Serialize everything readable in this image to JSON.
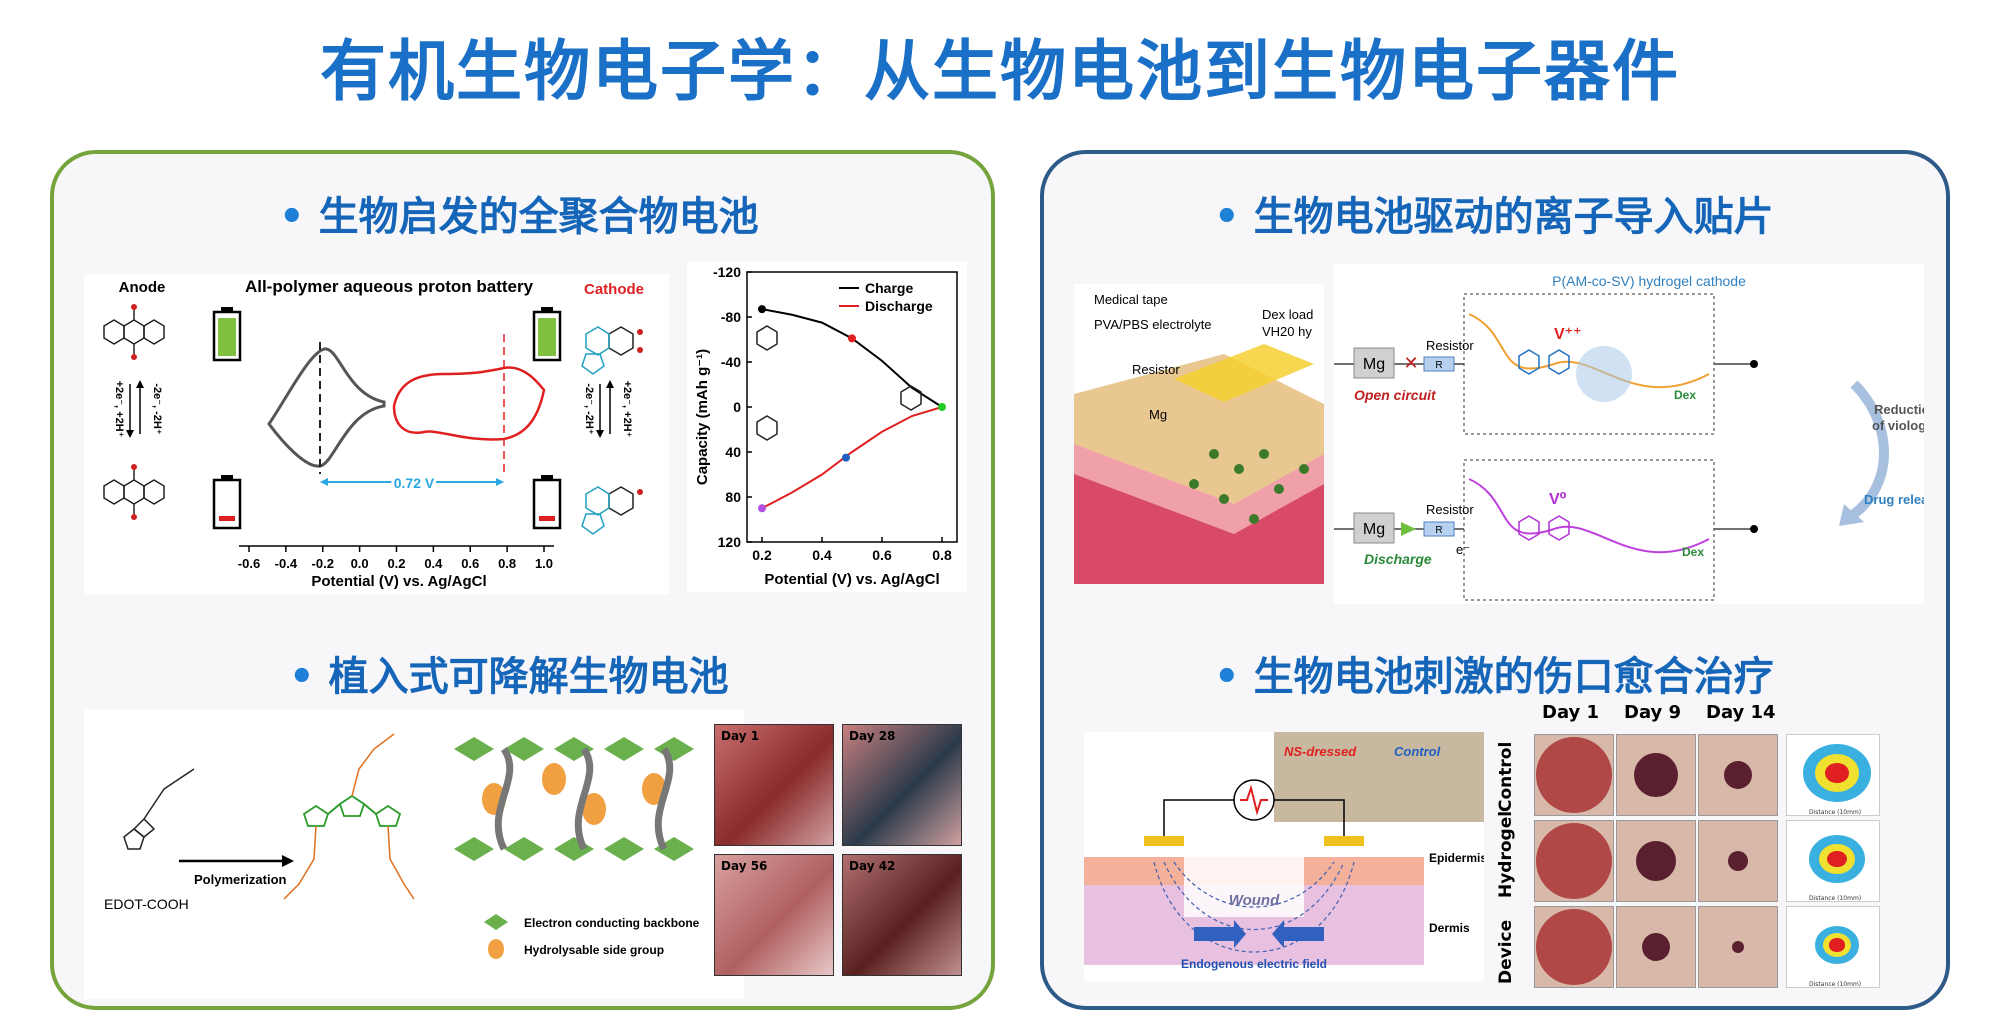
{
  "page_title": "有机生物电子学：从生物电池到生物电子器件",
  "sections": {
    "s1": "生物启发的全聚合物电池",
    "s2": "生物电池驱动的离子导入贴片",
    "s3": "植入式可降解生物电池",
    "s4": "生物电池刺激的伤口愈合治疗"
  },
  "cv_figure": {
    "title": "All-polymer aqueous proton battery",
    "anode": "Anode",
    "cathode": "Cathode",
    "anode_rxn_fwd": "+2e⁻, +2H⁺",
    "anode_rxn_rev": "-2e⁻, -2H⁺",
    "cathode_rxn_fwd": "+2e⁻, +2H⁺",
    "cathode_rxn_rev": "-2e⁻, -2H⁺",
    "voltage_label": "0.72 V",
    "xlabel": "Potential (V) vs. Ag/AgCl",
    "xticks": [
      "-0.6",
      "-0.4",
      "-0.2",
      "0.0",
      "0.2",
      "0.4",
      "0.6",
      "0.8",
      "1.0"
    ]
  },
  "chart_data": {
    "type": "line",
    "xlabel": "Potential (V) vs. Ag/AgCl",
    "ylabel": "Capacity (mAh g⁻¹)",
    "xlim": [
      0.15,
      0.85
    ],
    "ylim": [
      -120,
      120
    ],
    "y_inverted": true,
    "xticks": [
      "0.2",
      "0.4",
      "0.6",
      "0.8"
    ],
    "yticks": [
      "-120",
      "-80",
      "-40",
      "0",
      "40",
      "80",
      "120"
    ],
    "legend_position": "top-right",
    "series": [
      {
        "name": "Charge",
        "color": "#000000",
        "x": [
          0.2,
          0.3,
          0.4,
          0.5,
          0.6,
          0.7,
          0.8
        ],
        "y": [
          -87,
          -82,
          -75,
          -61,
          -41,
          -17,
          0
        ]
      },
      {
        "name": "Discharge",
        "color": "#e02020",
        "x": [
          0.2,
          0.3,
          0.4,
          0.5,
          0.6,
          0.7,
          0.8
        ],
        "y": [
          90,
          76,
          60,
          40,
          22,
          8,
          0
        ]
      }
    ],
    "markers": [
      {
        "x": 0.2,
        "y": -87,
        "color": "#000000"
      },
      {
        "x": 0.5,
        "y": -61,
        "color": "#e02020"
      },
      {
        "x": 0.8,
        "y": 0,
        "color": "#22cc22"
      },
      {
        "x": 0.48,
        "y": 45,
        "color": "#1f5fc0"
      },
      {
        "x": 0.2,
        "y": 90,
        "color": "#b050e0"
      }
    ]
  },
  "patch_figure": {
    "medical_tape": "Medical tape",
    "electrolyte": "PVA/PBS electrolyte",
    "resistor": "Resistor",
    "mg": "Mg",
    "dex_load": "Dex load",
    "vh20": "VH20 hy",
    "cathode_title": "P(AM-co-SV) hydrogel cathode",
    "resistor_top": "Resistor",
    "resistor_bottom": "Resistor",
    "r_symbol": "R",
    "mg_top": "Mg",
    "mg_bottom": "Mg",
    "open_circuit": "Open circuit",
    "discharge": "Discharge",
    "v_plus": "V⁺⁺",
    "v_zero": "V⁰",
    "dex_top": "Dex",
    "dex_bottom": "Dex",
    "electron": "e⁻",
    "reduction": "Reduction",
    "of_viologen": "of viologen",
    "drug_release": "Drug release"
  },
  "implant_figure": {
    "edot": "EDOT-COOH",
    "polymerization": "Polymerization",
    "legend_backbone": "Electron conducting backbone",
    "legend_side": "Hydrolysable side group",
    "days": [
      "Day 1",
      "Day 28",
      "Day 56",
      "Day 42"
    ]
  },
  "wound_figure": {
    "ns_dressed": "NS-dressed",
    "control": "Control",
    "epidermis": "Epidermis",
    "dermis": "Dermis",
    "wound": "Wound",
    "field": "Endogenous electric field",
    "col_labels": [
      "Day 1",
      "Day 9",
      "Day 14"
    ],
    "row_labels": [
      "Control",
      "Hydrogel",
      "Device"
    ],
    "axis_small": "Distance (10mm)"
  },
  "colors": {
    "title_blue": "#1a6fc6",
    "left_border": "#76a43c",
    "right_border": "#2d5a88"
  }
}
